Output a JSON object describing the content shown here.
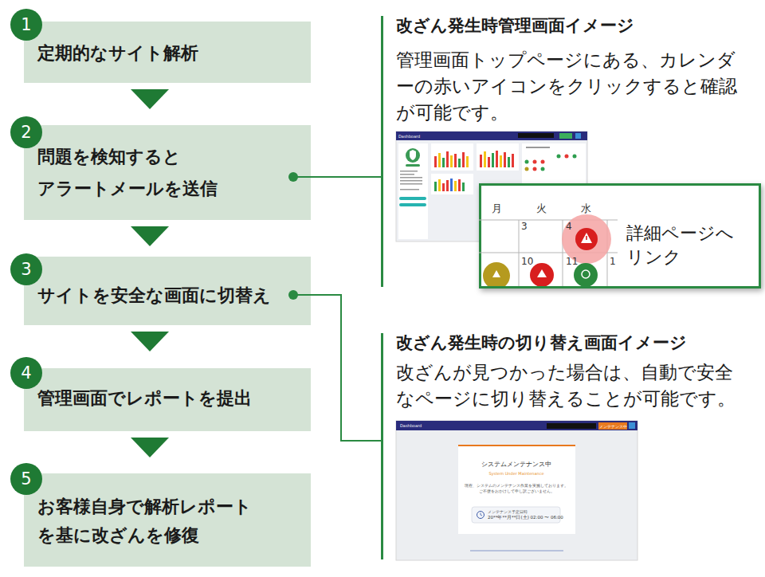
{
  "diagram": {
    "nodes": [
      {
        "text": [
          "定期的なサイト解析"
        ]
      },
      {
        "text": [
          "1"
        ],
        "in": 0
      },
      {
        "text": [
          "問題を検知すると アラートメールを送信"
        ]
      },
      {
        "text": [
          "2"
        ],
        "in": 2
      },
      {
        "text": [
          "サイトを安全な画面に切替え"
        ]
      },
      {
        "text": [
          "3"
        ],
        "in": 4
      },
      {
        "text": [
          "管理画面でレポートを提出"
        ]
      },
      {
        "text": [
          "4"
        ],
        "in": 6
      },
      {
        "text": [
          "お客様自身で解析レポート を基に改ざんを修復"
        ]
      },
      {
        "text": [
          "5"
        ],
        "in": 8
      },
      {
        "text": [
          "改ざん発生時管理画面イメージ",
          "管理画面トップページにある、カレンダーの赤いアイコンをクリックすると確認が可能です。"
        ]
      },
      {
        "text": [
          "詳細ページへ リンク"
        ],
        "in": 10
      },
      {
        "text": [
          "改ざん発生時の切り替え画面イメージ",
          "改ざんが見つかった場合は、自動で安全なページに切り替えることが可能です。"
        ]
      }
    ],
    "edges": [
      {
        "from": 0,
        "to": 2,
        "arrow": "to"
      },
      {
        "from": 2,
        "to": 4,
        "arrow": "to"
      },
      {
        "from": 4,
        "to": 6,
        "arrow": "to"
      },
      {
        "from": 6,
        "to": 8,
        "arrow": "to"
      },
      {
        "from": 2,
        "to": 10,
        "arrow": "none"
      },
      {
        "from": 4,
        "to": 12,
        "arrow": "none"
      }
    ],
    "labels": [
      "Dashboard",
      "月",
      "火",
      "水",
      "3",
      "4",
      "10",
      "11",
      "1",
      "Dashboard",
      "メンテナンス中",
      "システムメンテナンス中",
      "System Under Maintenance",
      "現在、システムのメンテナンス作業を実施しております。",
      "ご不便をおかけして申し訳ございません。",
      "メンテナンス予定日時",
      "20**年**月**日(土) 02:00 〜 06:00"
    ]
  }
}
